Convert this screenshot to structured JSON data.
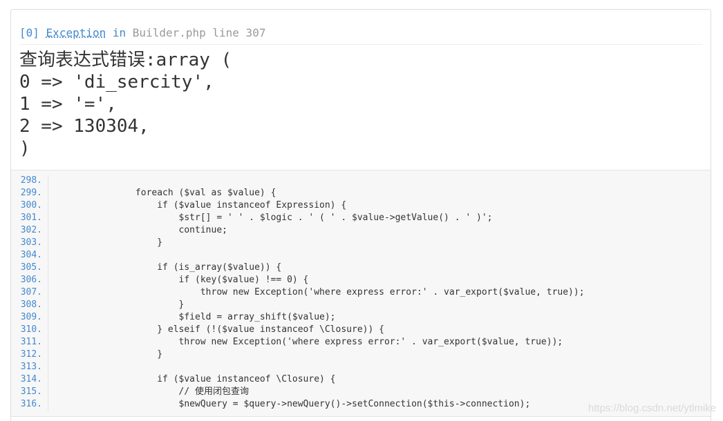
{
  "exception": {
    "index": "[0]",
    "class_name": "Exception",
    "in_word": "in",
    "location": "Builder.php line 307",
    "message": "查询表达式错误:array (\n0 => 'di_sercity',\n1 => '=',\n2 => 130304,\n)"
  },
  "source": {
    "lines": [
      {
        "n": "298.",
        "code": ""
      },
      {
        "n": "299.",
        "code": "            foreach ($val as $value) {"
      },
      {
        "n": "300.",
        "code": "                if ($value instanceof Expression) {"
      },
      {
        "n": "301.",
        "code": "                    $str[] = ' ' . $logic . ' ( ' . $value->getValue() . ' )';"
      },
      {
        "n": "302.",
        "code": "                    continue;"
      },
      {
        "n": "303.",
        "code": "                }"
      },
      {
        "n": "304.",
        "code": ""
      },
      {
        "n": "305.",
        "code": "                if (is_array($value)) {"
      },
      {
        "n": "306.",
        "code": "                    if (key($value) !== 0) {"
      },
      {
        "n": "307.",
        "code": "                        throw new Exception('where express error:' . var_export($value, true));"
      },
      {
        "n": "308.",
        "code": "                    }"
      },
      {
        "n": "309.",
        "code": "                    $field = array_shift($value);"
      },
      {
        "n": "310.",
        "code": "                } elseif (!($value instanceof \\Closure)) {"
      },
      {
        "n": "311.",
        "code": "                    throw new Exception('where express error:' . var_export($value, true));"
      },
      {
        "n": "312.",
        "code": "                }"
      },
      {
        "n": "313.",
        "code": ""
      },
      {
        "n": "314.",
        "code": "                if ($value instanceof \\Closure) {"
      },
      {
        "n": "315.",
        "code": "                    // 使用闭包查询"
      },
      {
        "n": "316.",
        "code": "                    $newQuery = $query->newQuery()->setConnection($this->connection);"
      }
    ]
  },
  "watermark": "https://blog.csdn.net/ytlmike"
}
